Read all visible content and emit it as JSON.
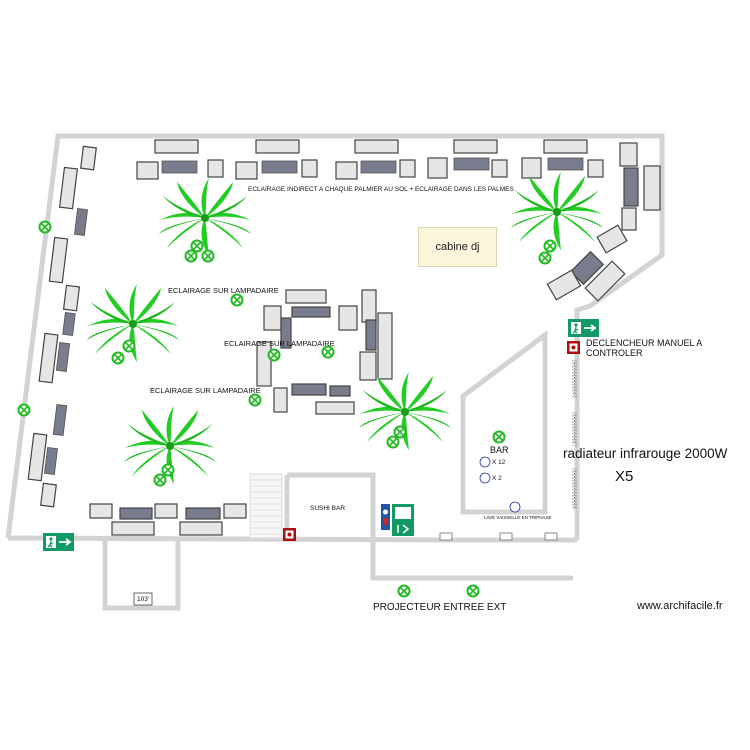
{
  "labels": {
    "eclairage_indirect": "ECLAIRAGE INDIRECT A CHAQUE PALMIER AU SOL + ECLAIRAGE DANS LES PALMES",
    "cabine_dj": "cabine dj",
    "lampadaire_1": "ECLAIRAGE SUR LAMPADAIRE",
    "lampadaire_2": "ECLAIRAGE SUR LAMPADAIRE",
    "lampadaire_3": "ECLAIRAGE SUR LAMPADAIRE",
    "declencheur_line1": "DECLENCHEUR MANUEL A",
    "declencheur_line2": "CONTROLER",
    "radiateur": "radiateur infrarouge 2000W",
    "radiateur_qty": "X5",
    "bar": "BAR",
    "bar_x12": "X 12",
    "bar_x2": "X 2",
    "sushi_bar": "SUSHI BAR",
    "lave_vaisselle": "LAVE VAISSELLE EN TRIPHASE",
    "wc": "103'",
    "projecteur": "PROJECTEUR ENTREE EXT",
    "watermark": "www.archifacile.fr"
  },
  "colors": {
    "wall": "#d3d3d3",
    "palm": "#22cc22",
    "light_ring": "#22bb22",
    "exit_sign": "#119966",
    "fire_sign": "#aa1111",
    "sofa": "#e6e6e6",
    "table": "#787c8c",
    "dj_booth": "#fbf5dc"
  },
  "icons": {
    "palm": "palm-tree-icon",
    "light": "light-point-icon",
    "exit": "emergency-exit-icon",
    "fire": "fire-alarm-icon"
  }
}
